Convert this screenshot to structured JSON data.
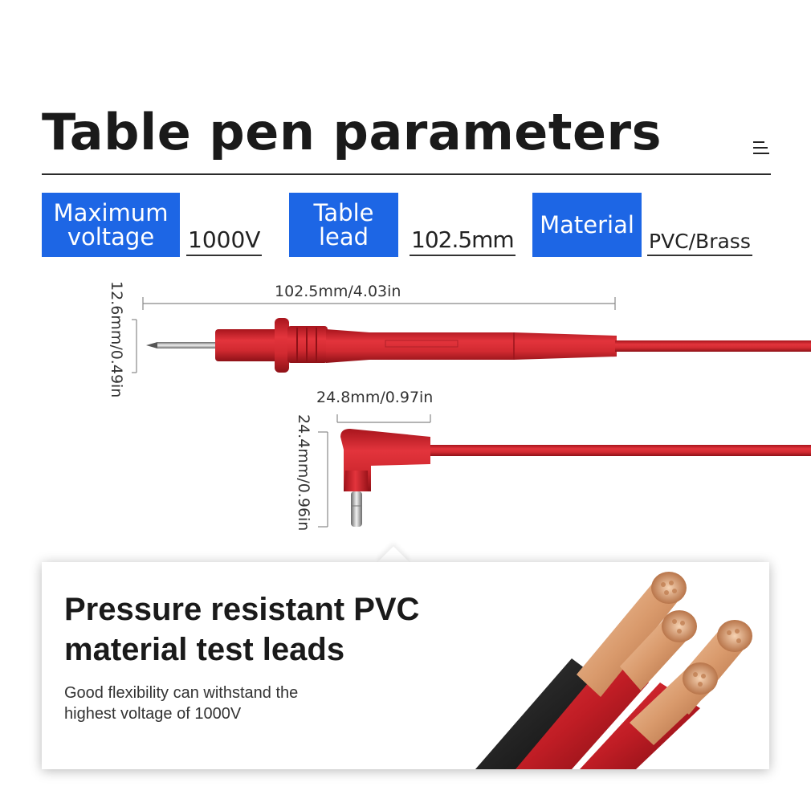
{
  "header": {
    "title": "Table pen parameters",
    "menu_icon": "hamburger-menu-icon"
  },
  "params": [
    {
      "label": "Maximum\nvoltage",
      "value": "1000V"
    },
    {
      "label": "Table\nlead",
      "value": "102.5mm"
    },
    {
      "label": "Material",
      "value": "PVC/Brass"
    }
  ],
  "dimensions": {
    "straight_length": "102.5mm/4.03in",
    "straight_diameter": "12.6mm/0.49in",
    "angled_width": "24.8mm/0.97in",
    "angled_height": "24.4mm/0.96in"
  },
  "feature": {
    "heading": "Pressure resistant PVC\nmaterial test leads",
    "description": "Good flexibility can withstand the\nhighest voltage of 1000V"
  },
  "colors": {
    "accent_blue": "#1d66e5",
    "probe_red": "#d9232d",
    "copper": "#d9a07a"
  }
}
